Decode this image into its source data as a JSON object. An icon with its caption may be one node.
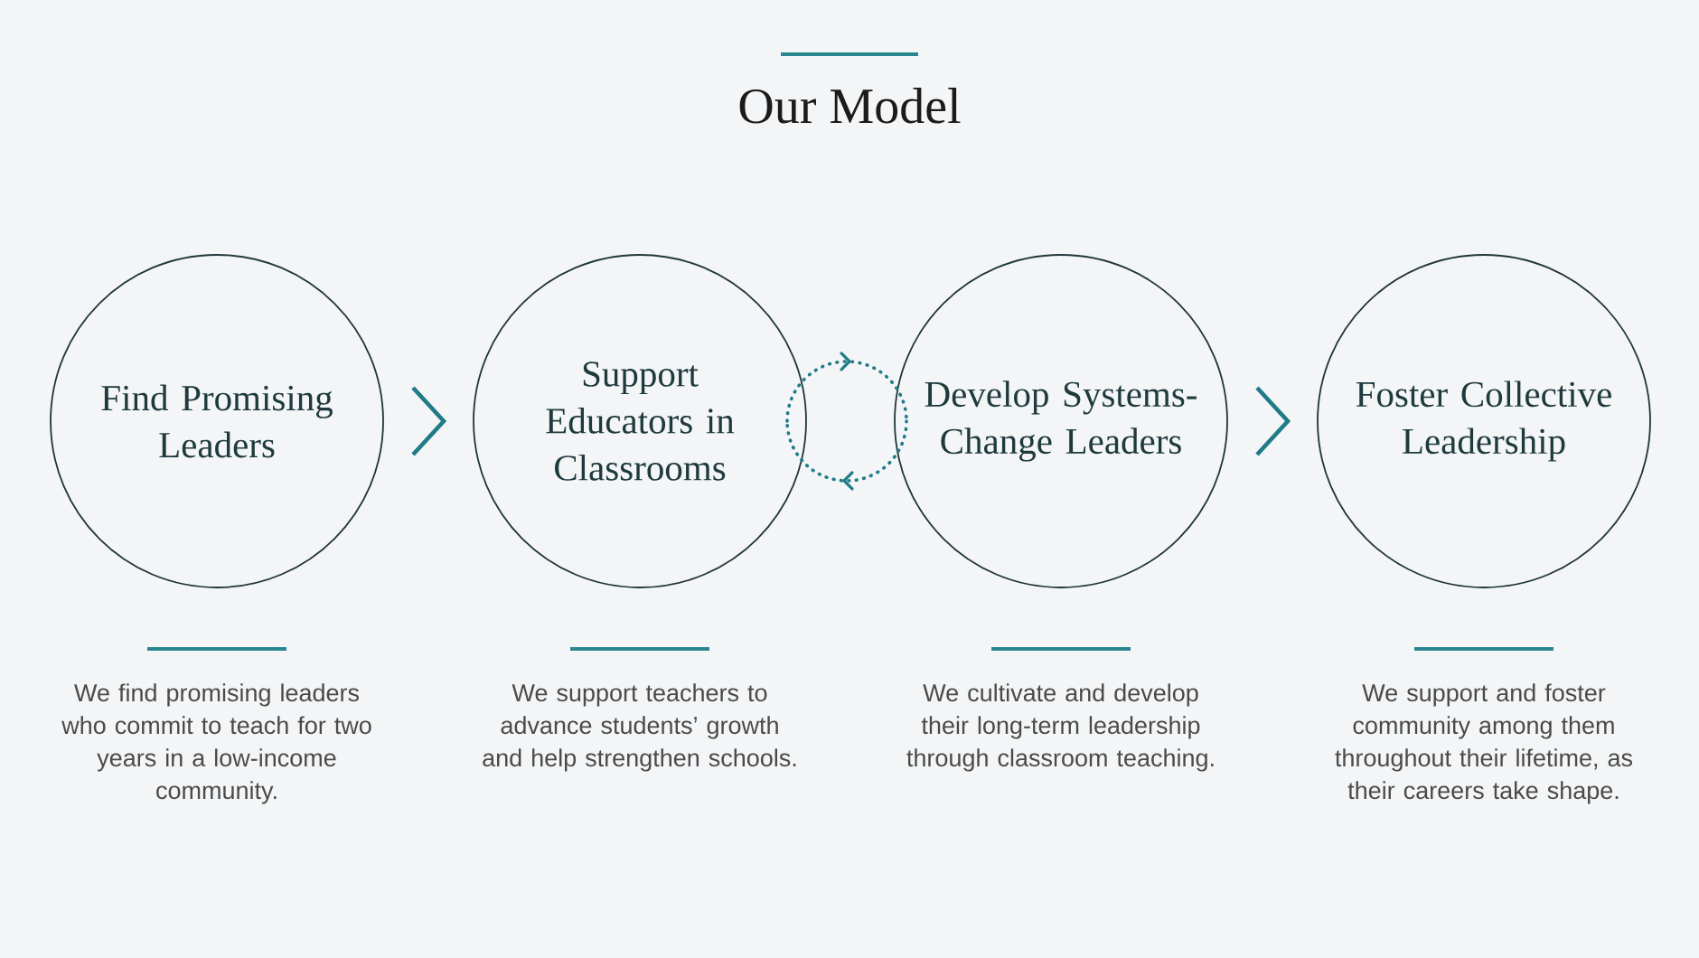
{
  "diagram": {
    "title": "Our Model",
    "nodes": [
      {
        "text": [
          "Find Promising Leaders"
        ],
        "beside": [
          "We find promising leaders who commit to teach for two years in a low-income community."
        ]
      },
      {
        "text": [
          "Support Educators in Classrooms"
        ],
        "beside": [
          "We support teachers to advance students’ growth and help strengthen schools."
        ]
      },
      {
        "text": [
          "Develop Systems-Change Leaders"
        ],
        "beside": [
          "We cultivate and develop their long-term leadership through classroom teaching."
        ]
      },
      {
        "text": [
          "Foster Collective Leadership"
        ],
        "beside": [
          "We support and foster community among them throughout their lifetime, as their careers take shape."
        ]
      }
    ],
    "edges": [
      {
        "from": 0,
        "to": 1,
        "arrow": "to"
      },
      {
        "from": 1,
        "to": 2,
        "arrow": "to",
        "style": "dashed"
      },
      {
        "from": 2,
        "to": 1,
        "arrow": "to",
        "style": "dashed"
      },
      {
        "from": 2,
        "to": 3,
        "arrow": "to"
      }
    ]
  }
}
